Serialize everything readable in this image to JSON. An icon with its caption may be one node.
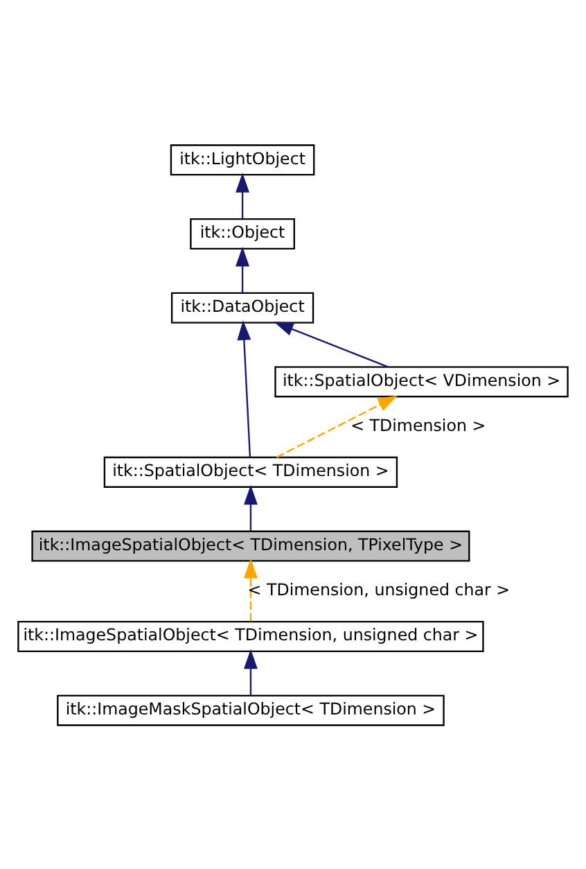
{
  "diagram": {
    "nodes": [
      {
        "text": [
          "itk::LightObject"
        ]
      },
      {
        "text": [
          "itk::Object"
        ]
      },
      {
        "text": [
          "itk::DataObject"
        ]
      },
      {
        "text": [
          "itk::SpatialObject< VDimension >"
        ]
      },
      {
        "text": [
          "itk::SpatialObject< TDimension >"
        ]
      },
      {
        "text": [
          "itk::ImageSpatialObject< TDimension, TPixelType >"
        ]
      },
      {
        "text": [
          "itk::ImageSpatialObject< TDimension, unsigned char >"
        ]
      },
      {
        "text": [
          "itk::ImageMaskSpatialObject< TDimension >"
        ]
      }
    ],
    "edges": [
      {
        "from": 1,
        "to": 0,
        "arrow": "to"
      },
      {
        "from": 2,
        "to": 1,
        "arrow": "to"
      },
      {
        "from": 3,
        "to": 2,
        "arrow": "to"
      },
      {
        "from": 4,
        "to": 2,
        "arrow": "to"
      },
      {
        "from": 4,
        "to": 3,
        "arrow": "to",
        "label": "< TDimension >",
        "style": "dashed",
        "color": "#ffa500"
      },
      {
        "from": 5,
        "to": 4,
        "arrow": "to"
      },
      {
        "from": 6,
        "to": 5,
        "arrow": "to",
        "label": "< TDimension, unsigned char >",
        "style": "dashed",
        "color": "#ffa500"
      },
      {
        "from": 7,
        "to": 6,
        "arrow": "to"
      }
    ]
  }
}
